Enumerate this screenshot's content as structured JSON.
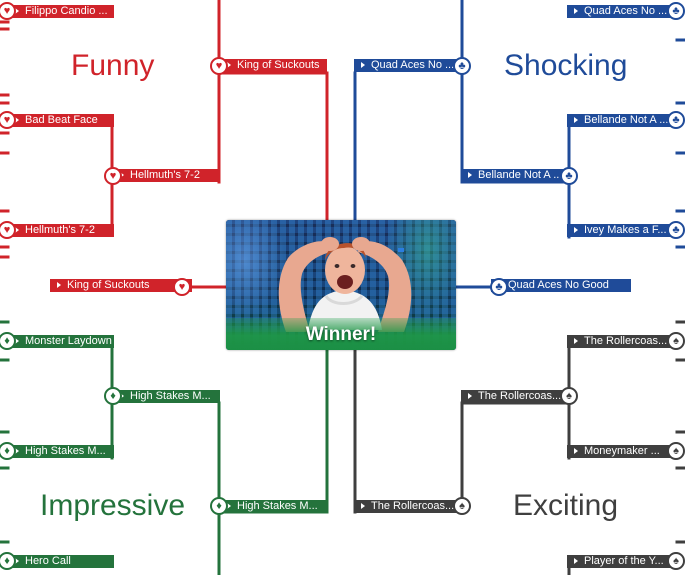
{
  "categories": {
    "funny": "Funny",
    "shocking": "Shocking",
    "impressive": "Impressive",
    "exciting": "Exciting"
  },
  "matches": {
    "red_r1_top": "Filippo Candio ...",
    "red_r1_a": "Bad Beat Face",
    "red_r1_b": "Hellmuth's 7-2",
    "red_r2_a": "King of Suckouts",
    "red_r2_b": "Hellmuth's 7-2",
    "red_final": "King of Suckouts",
    "blue_r1_top": "Quad Aces No ...",
    "blue_r1_a": "Bellande Not A ...",
    "blue_r1_b": "Ivey Makes a F...",
    "blue_r2_a": "Quad Aces No ...",
    "blue_r2_b": "Bellande Not A ...",
    "blue_final": "Quad Aces No Good",
    "green_r1_top": "...",
    "green_r1_a": "Monster Laydown",
    "green_r1_b": "High Stakes M...",
    "green_r1_c": "Hero Call",
    "green_r2_a": "High Stakes M...",
    "green_r2_b": "High Stakes M...",
    "dark_r1_a": "The Rollercoas...",
    "dark_r1_b": "Moneymaker ...",
    "dark_r1_c": "Player of the Y...",
    "dark_r2_a": "The Rollercoas...",
    "dark_r2_b": "The Rollercoas..."
  },
  "suits": {
    "heart": "♥",
    "club": "♣",
    "diamond": "♦",
    "spade": "♠"
  },
  "winner": {
    "label": "Winner!"
  },
  "colors": {
    "red": "#d0232a",
    "blue": "#1f4b99",
    "green": "#24733c",
    "dark": "#3f3f3f",
    "winner_green": "#1b8f45"
  },
  "icons": {
    "play": "play-triangle-icon",
    "heart": "heart-suit-icon",
    "club": "club-suit-icon",
    "diamond": "diamond-suit-icon",
    "spade": "spade-suit-icon"
  }
}
